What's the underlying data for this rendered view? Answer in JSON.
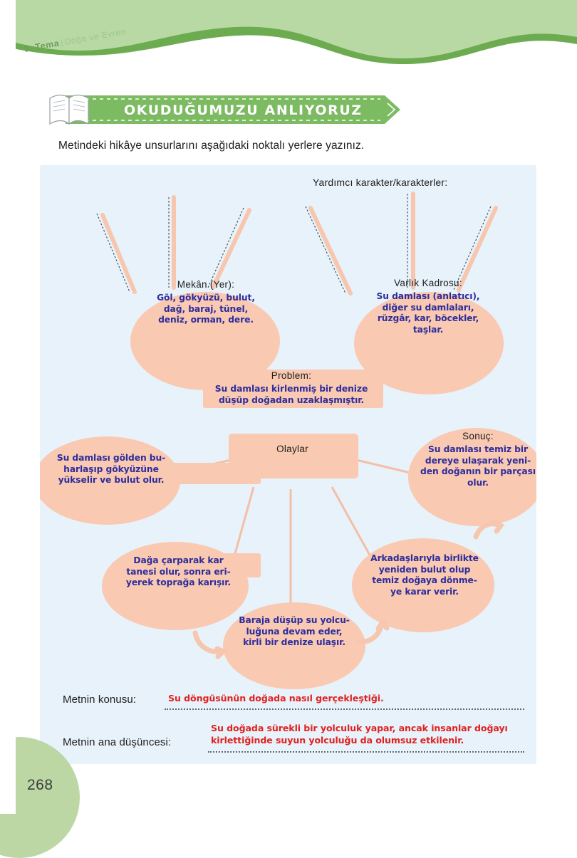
{
  "header": {
    "theme_number": "8. Tema",
    "separator": "|",
    "theme_name": "Doğa ve Evren"
  },
  "banner": {
    "title": "OKUDUĞUMUZU ANLIYORUZ",
    "icon": "open-book-icon"
  },
  "instruction": "Metindeki hikâye unsurlarını aşağıdaki noktalı yerlere yazınız.",
  "diagram": {
    "helper_character_label": "Yardımcı karakter/karakterler:",
    "nodes": [
      {
        "id": "mekan",
        "header": "Mekân  (Yer):",
        "answer": "Göl, gökyüzü, bulut,\ndağ, baraj, tünel,\ndeniz, orman, dere."
      },
      {
        "id": "varlik",
        "header": "Varlık Kadrosu:",
        "answer": "Su damlası (anlatıcı),\ndiğer su damlaları,\nrüzgâr, kar, böcekler,\ntaşlar."
      },
      {
        "id": "problem",
        "header": "Problem:",
        "answer": "Su damlası kirlenmiş bir denize\ndüşüp doğadan uzaklaşmıştır."
      },
      {
        "id": "olaylar",
        "header": "Olaylar",
        "answer": ""
      },
      {
        "id": "sonuc",
        "header": "Sonuç:",
        "answer": "Su damlası temiz bir\ndereye ulaşarak yeni-\nden doğanın bir parçası\nolur."
      },
      {
        "id": "event-1",
        "header": "",
        "answer": "Su damlası gölden bu-\nharlaşıp gökyüzüne\nyükselir ve bulut olur."
      },
      {
        "id": "event-2",
        "header": "",
        "answer": "Dağa çarparak kar\ntanesi olur, sonra eri-\nyerek toprağa karışır."
      },
      {
        "id": "event-3",
        "header": "",
        "answer": "Baraja düşüp su yolcu-\nluğuna devam eder,\nkirli bir denize ulaşır."
      },
      {
        "id": "event-4",
        "header": "",
        "answer": "Arkadaşlarıyla birlikte\nyeniden bulut olup\ntemiz doğaya dönme-\nye karar verir."
      }
    ]
  },
  "answers": {
    "topic_label": "Metnin konusu:",
    "topic_value": "Su döngüsünün doğada nasıl gerçekleştiği.",
    "main_idea_label": "Metnin ana düşüncesi:",
    "main_idea_value": "Su doğada sürekli bir yolculuk yapar, ancak insanlar doğayı\nkirlettiğinde suyun yolculuğu da olumsuz etkilenir."
  },
  "page_number": "268",
  "colors": {
    "green_wave": "#a8ce93",
    "green_wave_dark": "#6cab4f",
    "banner_green": "#7dbb62",
    "panel_bg": "#e8f2fb",
    "node_fill": "#f9c9b2",
    "handwriting_blue": "#2d2d9c",
    "handwriting_red": "#e0221f",
    "page_circle": "#bcd7a4"
  }
}
